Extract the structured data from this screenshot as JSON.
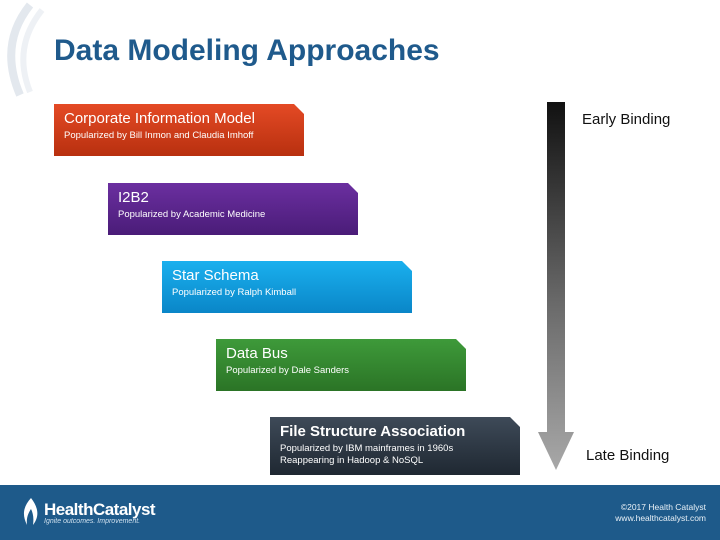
{
  "slide": {
    "title": "Data Modeling Approaches"
  },
  "approaches": [
    {
      "name": "Corporate Information Model",
      "desc": [
        "Popularized by Bill Inmon and Claudia Imhoff"
      ]
    },
    {
      "name": "I2B2",
      "desc": [
        "Popularized by Academic Medicine"
      ]
    },
    {
      "name": "Star Schema",
      "desc": [
        "Popularized by Ralph Kimball"
      ]
    },
    {
      "name": "Data Bus",
      "desc": [
        "Popularized by Dale Sanders"
      ]
    },
    {
      "name": "File Structure Association",
      "desc": [
        "Popularized by IBM mainframes in 1960s",
        "Reappearing in Hadoop & NoSQL"
      ]
    }
  ],
  "binding": {
    "early": "Early Binding",
    "late": "Late Binding"
  },
  "footer": {
    "brand": "HealthCatalyst",
    "tagline": "Ignite outcomes. Improvement.",
    "copyright": "©2017 Health Catalyst",
    "website": "www.healthcatalyst.com"
  },
  "colors": {
    "title": "#1f5a8c",
    "corporate": "#c8391a",
    "i2b2": "#5b2690",
    "star": "#139fe0",
    "databus": "#348a30",
    "file": "#2c3642",
    "footer": "#1e5a8a"
  },
  "icons": {
    "arrow": "down-arrow-icon",
    "logo": "health-catalyst-flame-icon",
    "decoration": "swoosh-icon"
  }
}
